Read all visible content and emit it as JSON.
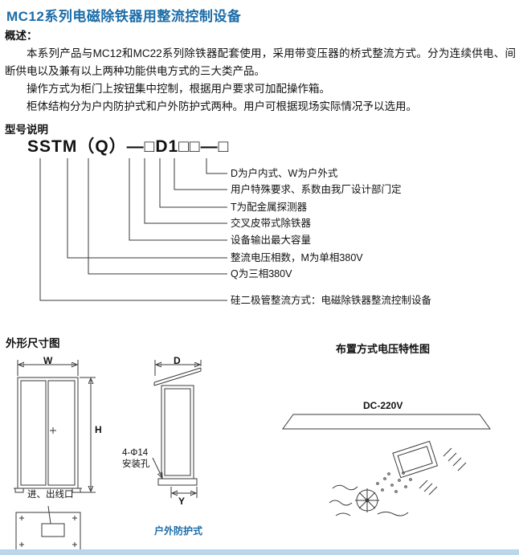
{
  "title": "MC12系列电磁除铁器用整流控制设备",
  "overview": {
    "heading": "概述：",
    "paragraphs": [
      "本系列产品与MC12和MC22系列除铁器配套使用，采用带变压器的桥式整流方式。分为连续供电、间断供电以及兼有以上两种功能供电方式的三大类产品。",
      "操作方式为柜门上按钮集中控制，根据用户要求可加配操作箱。",
      "柜体结构分为户内防护式和户外防护式两种。用户可根据现场实际情况予以选用。"
    ]
  },
  "model": {
    "heading": "型号说明",
    "code": "SSTM（Q）—□D1□□—□",
    "callouts": [
      "D为户内式、W为户外式",
      "用户特殊要求、系数由我厂设计部门定",
      "T为配金属探测器",
      "交叉皮带式除铁器",
      "设备输出最大容量",
      "整流电压相数，M为单相380V",
      "Q为三相380V",
      "硅二极管整流方式：电磁除铁器整流控制设备"
    ]
  },
  "outline": {
    "heading": "外形尺寸图",
    "dim_w": "W",
    "dim_h": "H",
    "dim_d": "D",
    "dim_y": "Y",
    "mount_hole_line1": "4-Φ14",
    "mount_hole_line2": "安装孔",
    "inlet_label": "进、出线口",
    "outdoor_label": "户外防护式"
  },
  "layout_chart": {
    "heading": "布置方式电压特性图",
    "voltage_label": "DC-220V"
  },
  "colors": {
    "accent_blue": "#1b6ca8",
    "footer_bar": "#b9d6ea"
  }
}
